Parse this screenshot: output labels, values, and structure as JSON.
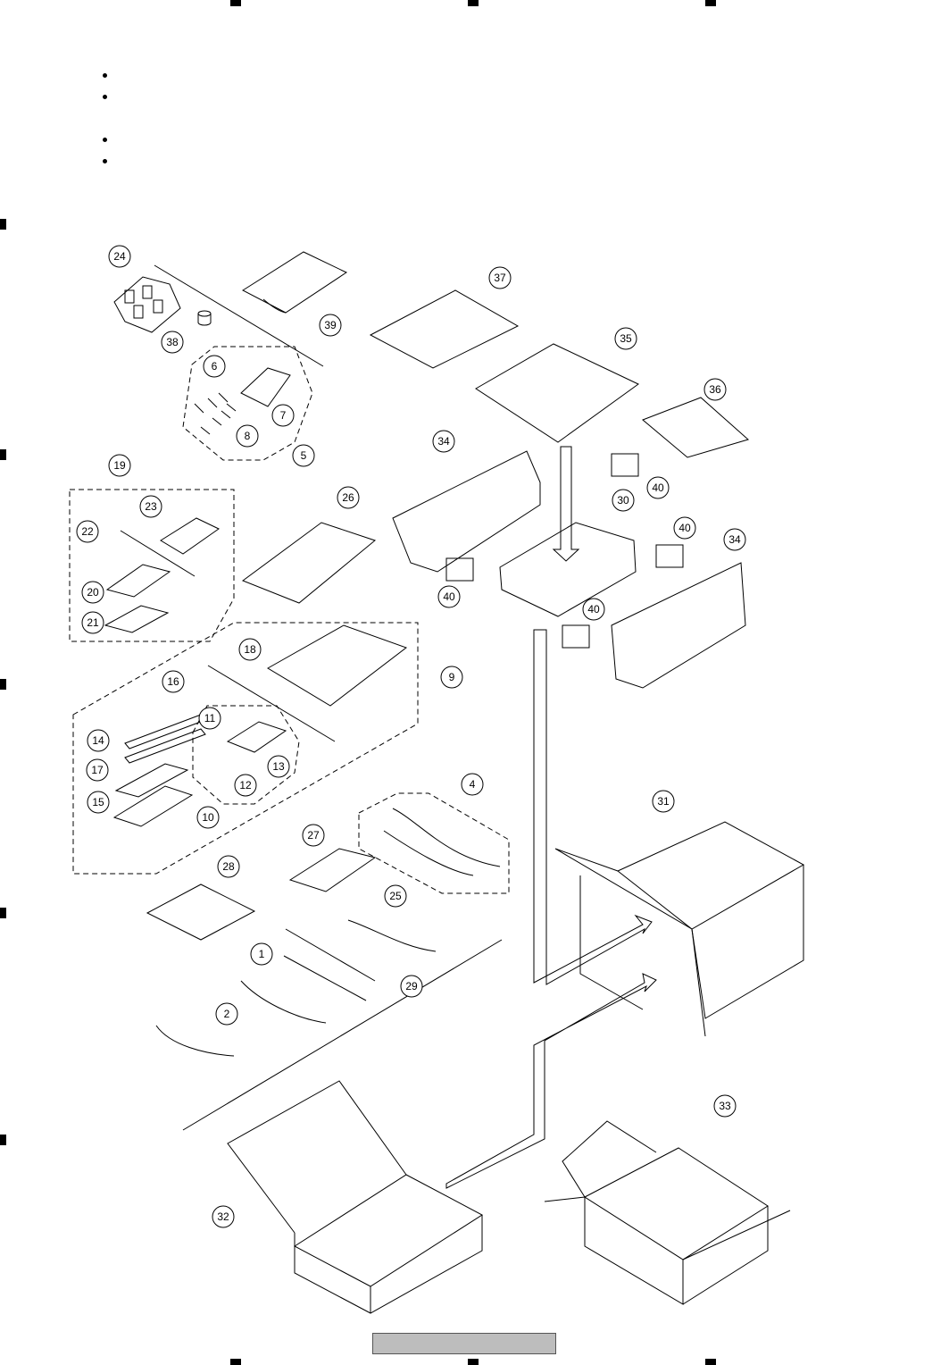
{
  "callouts": [
    {
      "label": "1"
    },
    {
      "label": "2"
    },
    {
      "label": "4"
    },
    {
      "label": "5"
    },
    {
      "label": "6"
    },
    {
      "label": "7"
    },
    {
      "label": "8"
    },
    {
      "label": "9"
    },
    {
      "label": "10"
    },
    {
      "label": "11"
    },
    {
      "label": "12"
    },
    {
      "label": "13"
    },
    {
      "label": "14"
    },
    {
      "label": "15"
    },
    {
      "label": "16"
    },
    {
      "label": "17"
    },
    {
      "label": "18"
    },
    {
      "label": "19"
    },
    {
      "label": "20"
    },
    {
      "label": "21"
    },
    {
      "label": "22"
    },
    {
      "label": "23"
    },
    {
      "label": "24"
    },
    {
      "label": "25"
    },
    {
      "label": "26"
    },
    {
      "label": "27"
    },
    {
      "label": "28"
    },
    {
      "label": "29"
    },
    {
      "label": "30"
    },
    {
      "label": "31"
    },
    {
      "label": "32"
    },
    {
      "label": "33"
    },
    {
      "label": "34"
    },
    {
      "label": "34"
    },
    {
      "label": "35"
    },
    {
      "label": "36"
    },
    {
      "label": "37"
    },
    {
      "label": "38"
    },
    {
      "label": "39"
    },
    {
      "label": "40"
    },
    {
      "label": "40"
    },
    {
      "label": "40"
    },
    {
      "label": "40"
    }
  ],
  "colors": {
    "line": "#000000",
    "footer_fill": "#bdbdbd"
  }
}
